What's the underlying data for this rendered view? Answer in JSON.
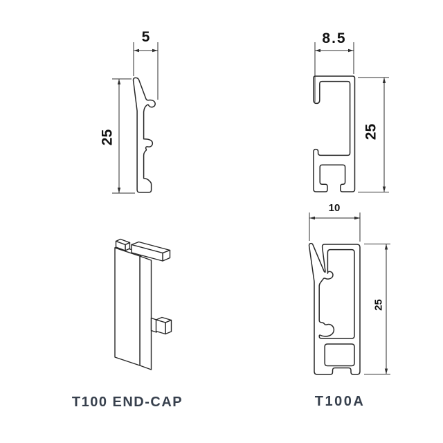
{
  "sheet": {
    "background": "#ffffff",
    "line_color": "#262626",
    "dim_color": "#2e2e2e",
    "dim_text_color": "#111111",
    "caption_color": "#37404d"
  },
  "views": {
    "strip_profile": {
      "width_dim": "5",
      "height_dim": "25"
    },
    "channel_profile": {
      "width_dim": "8.5",
      "height_dim": "25"
    },
    "endcap": {
      "caption": "T100 END-CAP"
    },
    "t100a": {
      "caption": "T100A",
      "width_dim": "10",
      "height_dim": "25"
    }
  }
}
